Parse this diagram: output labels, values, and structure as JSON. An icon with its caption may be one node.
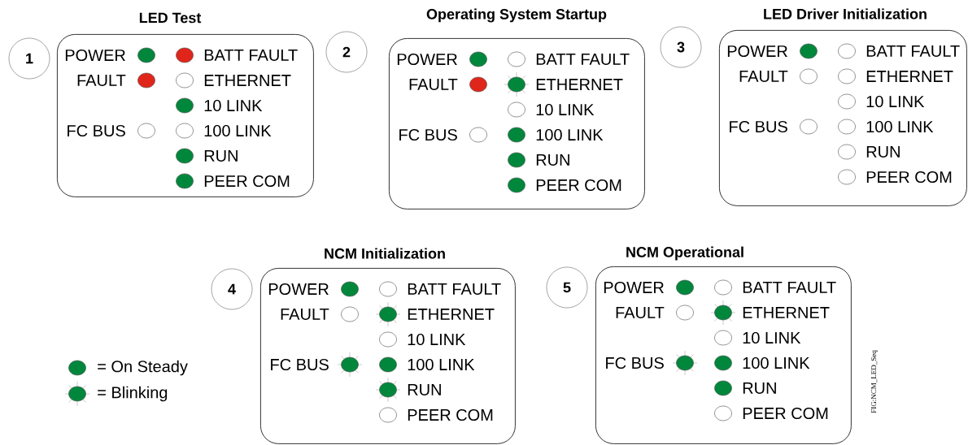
{
  "diagram": {
    "nodes": [
      {
        "text": [
          "1"
        ]
      },
      {
        "text": [
          "LED Test"
        ]
      },
      {
        "text": [
          "POWER"
        ],
        "in": 1
      },
      {
        "text": [
          "BATT FAULT"
        ],
        "in": 1
      },
      {
        "text": [
          "FAULT"
        ],
        "in": 1
      },
      {
        "text": [
          "ETHERNET"
        ],
        "in": 1
      },
      {
        "text": [
          "10 LINK"
        ],
        "in": 1
      },
      {
        "text": [
          "FC BUS"
        ],
        "in": 1
      },
      {
        "text": [
          "100 LINK"
        ],
        "in": 1
      },
      {
        "text": [
          "RUN"
        ],
        "in": 1
      },
      {
        "text": [
          "PEER COM"
        ],
        "in": 1
      },
      {
        "text": [
          "2"
        ]
      },
      {
        "text": [
          "Operating System Startup"
        ]
      },
      {
        "text": [
          "POWER"
        ],
        "in": 12
      },
      {
        "text": [
          "BATT FAULT"
        ],
        "in": 12
      },
      {
        "text": [
          "FAULT"
        ],
        "in": 12
      },
      {
        "text": [
          "ETHERNET"
        ],
        "in": 12
      },
      {
        "text": [
          "10 LINK"
        ],
        "in": 12
      },
      {
        "text": [
          "FC BUS"
        ],
        "in": 12
      },
      {
        "text": [
          "100 LINK"
        ],
        "in": 12
      },
      {
        "text": [
          "RUN"
        ],
        "in": 12
      },
      {
        "text": [
          "PEER COM"
        ],
        "in": 12
      },
      {
        "text": [
          "3"
        ]
      },
      {
        "text": [
          "LED Driver Initialization"
        ]
      },
      {
        "text": [
          "POWER"
        ],
        "in": 23
      },
      {
        "text": [
          "BATT FAULT"
        ],
        "in": 23
      },
      {
        "text": [
          "FAULT"
        ],
        "in": 23
      },
      {
        "text": [
          "ETHERNET"
        ],
        "in": 23
      },
      {
        "text": [
          "10 LINK"
        ],
        "in": 23
      },
      {
        "text": [
          "FC BUS"
        ],
        "in": 23
      },
      {
        "text": [
          "100 LINK"
        ],
        "in": 23
      },
      {
        "text": [
          "RUN"
        ],
        "in": 23
      },
      {
        "text": [
          "PEER COM"
        ],
        "in": 23
      },
      {
        "text": [
          "4"
        ]
      },
      {
        "text": [
          "NCM Initialization"
        ]
      },
      {
        "text": [
          "POWER"
        ],
        "in": 34
      },
      {
        "text": [
          "BATT FAULT"
        ],
        "in": 34
      },
      {
        "text": [
          "FAULT"
        ],
        "in": 34
      },
      {
        "text": [
          "ETHERNET"
        ],
        "in": 34
      },
      {
        "text": [
          "10 LINK"
        ],
        "in": 34
      },
      {
        "text": [
          "FC BUS"
        ],
        "in": 34
      },
      {
        "text": [
          "100 LINK"
        ],
        "in": 34
      },
      {
        "text": [
          "RUN"
        ],
        "in": 34
      },
      {
        "text": [
          "PEER COM"
        ],
        "in": 34
      },
      {
        "text": [
          "5"
        ]
      },
      {
        "text": [
          "NCM Operational"
        ]
      },
      {
        "text": [
          "POWER"
        ],
        "in": 45
      },
      {
        "text": [
          "BATT FAULT"
        ],
        "in": 45
      },
      {
        "text": [
          "FAULT"
        ],
        "in": 45
      },
      {
        "text": [
          "ETHERNET"
        ],
        "in": 45
      },
      {
        "text": [
          "10 LINK"
        ],
        "in": 45
      },
      {
        "text": [
          "FC BUS"
        ],
        "in": 45
      },
      {
        "text": [
          "100 LINK"
        ],
        "in": 45
      },
      {
        "text": [
          "RUN"
        ],
        "in": 45
      },
      {
        "text": [
          "PEER COM"
        ],
        "in": 45
      }
    ],
    "labels": [
      "FIG:NCM_LED_Seq"
    ],
    "legend": [
      {
        "text": "= On Steady",
        "color": "#00873c"
      },
      {
        "text": "= Blinking"
      }
    ]
  }
}
